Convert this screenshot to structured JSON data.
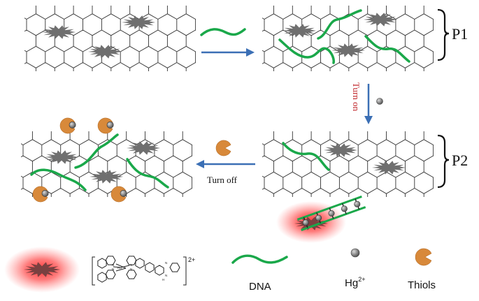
{
  "labels": {
    "p1": "P1",
    "p2": "P2",
    "turn_on": "Turn on",
    "turn_off": "Turn off"
  },
  "legend": {
    "dna": "DNA",
    "hg_base": "Hg",
    "hg_charge": "2+",
    "thiols": "Thiols",
    "complex_charge": "2+"
  },
  "colors": {
    "dna_strand": "#1aa84a",
    "arrow": "#3b6fb5",
    "turn_on_text": "#c0282d",
    "thiol": "#d8893a",
    "hg_ion": "#7f7f7f",
    "dye": "#6f6f6f",
    "glow": "#ff3b3b",
    "lattice": "#333333"
  }
}
